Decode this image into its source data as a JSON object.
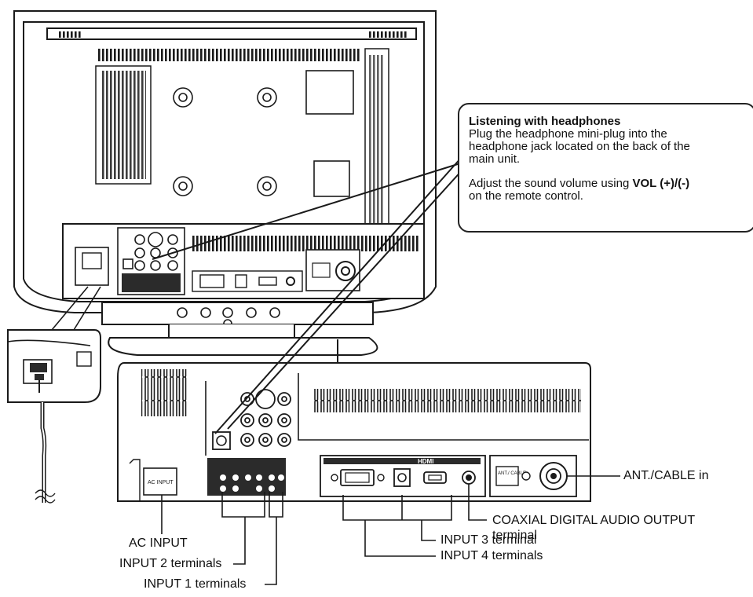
{
  "callout": {
    "title": "Listening with headphones",
    "line1": "Plug the headphone mini-plug into the",
    "line2": "headphone jack located on the back of the",
    "line3": "main unit.",
    "line4_prefix": "Adjust the sound volume using ",
    "line4_bold": "VOL (+)/(-)",
    "line5": "on the remote control."
  },
  "labels": {
    "ant_cable_in": "ANT./CABLE in",
    "coaxial_line1": "COAXIAL DIGITAL AUDIO OUTPUT",
    "coaxial_line2": "terminal",
    "input3": "INPUT 3 terminal",
    "input4": "INPUT 4 terminals",
    "ac_input": "AC INPUT",
    "input2": "INPUT 2 terminals",
    "input1": "INPUT 1 terminals"
  },
  "panel_markings": {
    "ac_inlet": "AC INPUT",
    "ant_cable": "ANT./ CABLE",
    "hdmi": "HDMI"
  },
  "colors": {
    "line": "#1a1a1a",
    "shade": "#8a8a8a",
    "dark": "#2b2b2b"
  }
}
